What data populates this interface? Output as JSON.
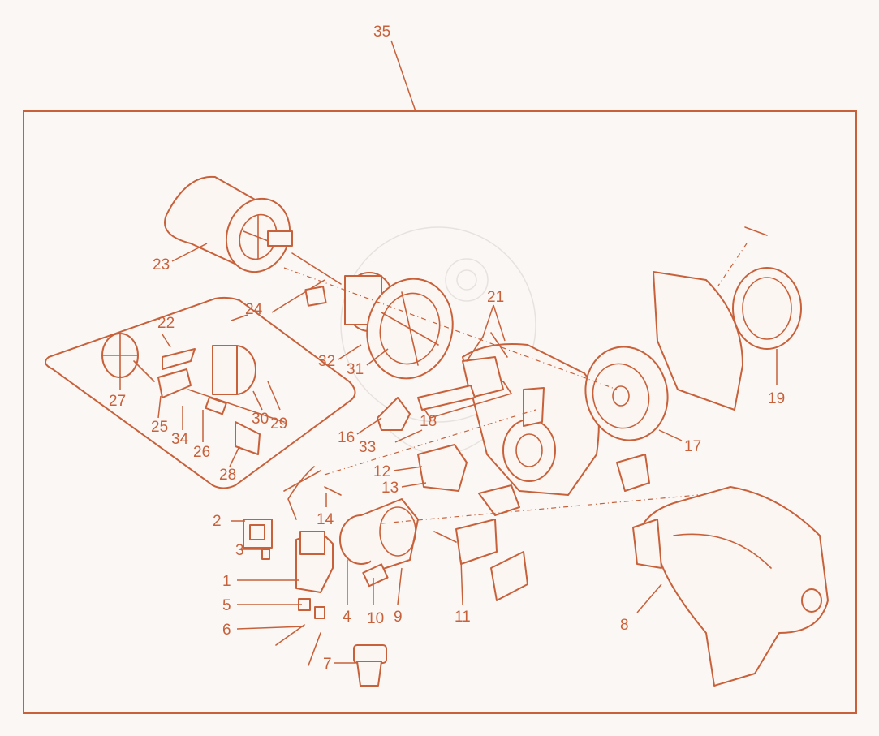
{
  "diagram": {
    "accent_color": "#c8613a",
    "background_color": "#faf7f5",
    "assembly_label": "35",
    "part_labels": [
      "1",
      "2",
      "3",
      "4",
      "5",
      "6",
      "7",
      "8",
      "9",
      "10",
      "11",
      "12",
      "13",
      "14",
      "16",
      "17",
      "18",
      "19",
      "21",
      "22",
      "23",
      "24",
      "25",
      "26",
      "27",
      "28",
      "29",
      "30",
      "31",
      "32",
      "33",
      "34"
    ]
  }
}
